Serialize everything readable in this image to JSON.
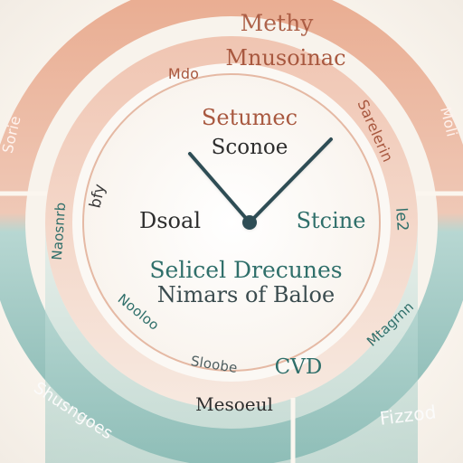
{
  "palette": {
    "background": "#fbf6ef",
    "ring_warm": "#d88b6d",
    "ring_warm_light": "#efc7b3",
    "ring_teal": "#5f9b95",
    "ring_teal_light": "#b7d7d2",
    "text_warm": "#a8583f",
    "text_teal": "#2f6f6a",
    "text_dark": "#3a3a3a",
    "clock_hands": "#2d4d54"
  },
  "outer_ring": {
    "top_right_label": "Methy"
  },
  "middle_ring": {
    "top_label": "Mnusoinac",
    "top_left_label": "Mdo",
    "right_label": "Sarelerin",
    "left_small": "bfy",
    "right_small": "le2",
    "left_side": "Naosnrb",
    "lower_left": "Nooloo",
    "lower_right": "Mtagrnn",
    "bottom_left": "Sloobe",
    "bottom_label": "Mesoeul",
    "bottom_right": "CVD"
  },
  "outer_band": {
    "left_label": "Sorie",
    "right_label": "Moli",
    "bottom_left": "Shusngoes",
    "bottom_right": "Fizzod"
  },
  "center": {
    "top_line_1": "Setumec",
    "top_line_2": "Sconoe",
    "left_word": "Dsoal",
    "right_word": "Stcine",
    "bottom_line_1": "Selicel Drecunes",
    "bottom_line_2": "Nimars of Baloe"
  },
  "icons": {
    "clock": "clock-icon"
  }
}
